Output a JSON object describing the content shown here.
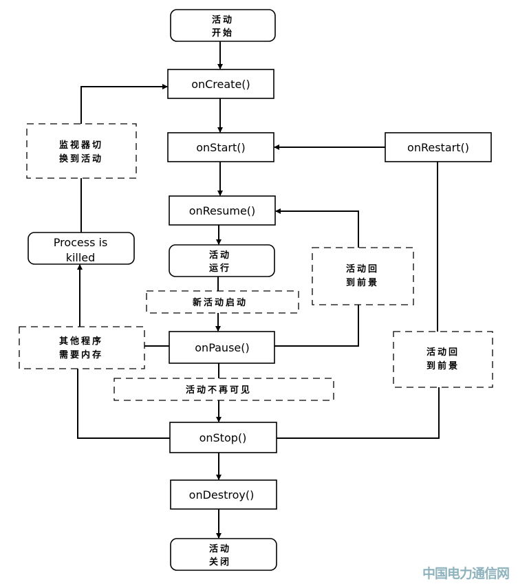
{
  "nodes": {
    "start": [
      "活动",
      "开始"
    ],
    "on_create": "onCreate()",
    "on_start": "onStart()",
    "on_restart": "onRestart()",
    "on_resume": "onResume()",
    "running": [
      "活动",
      "运行"
    ],
    "new_activity": "新活动启动",
    "on_pause": "onPause()",
    "not_visible": "活动不再可见",
    "on_stop": "onStop()",
    "on_destroy": "onDestroy()",
    "closed": [
      "活动",
      "关闭"
    ],
    "navigate_back": [
      "监视器切",
      "换到活动"
    ],
    "process_killed": [
      "Process is",
      "killed"
    ],
    "memory_needed": [
      "其他程序",
      "需要内存"
    ],
    "foreground_1": [
      "活动回",
      "到前景"
    ],
    "foreground_2": [
      "活动回",
      "到前景"
    ]
  },
  "watermark": "中国电力通信网"
}
